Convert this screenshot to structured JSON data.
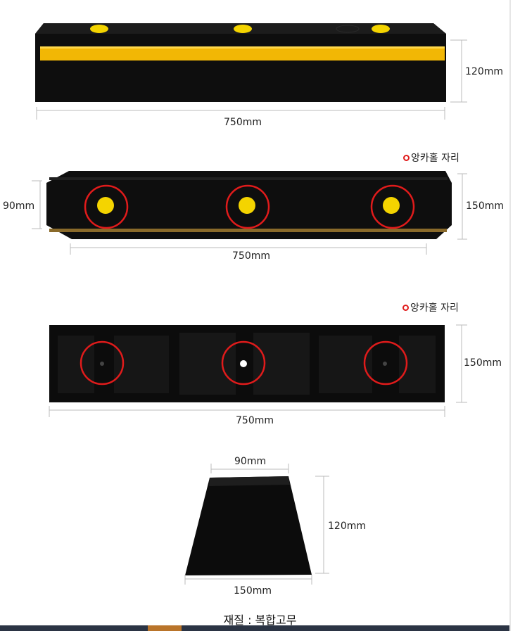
{
  "views": {
    "top": {
      "width_label": "750mm",
      "height_label": "120mm"
    },
    "front": {
      "left_label": "90mm",
      "right_label": "150mm",
      "width_label": "750mm",
      "note": "앙카홀 자리"
    },
    "bottom": {
      "right_label": "150mm",
      "width_label": "750mm",
      "note": "앙카홀 자리"
    },
    "section": {
      "top_label": "90mm",
      "right_label": "120mm",
      "bottom_label": "150mm"
    }
  },
  "material_caption": "재질 : 복합고무",
  "colors": {
    "rubber": "#0d0d0d",
    "reflective": "#f2b705",
    "marker": "#e01b1b",
    "dim_line": "#bbbbbb"
  }
}
